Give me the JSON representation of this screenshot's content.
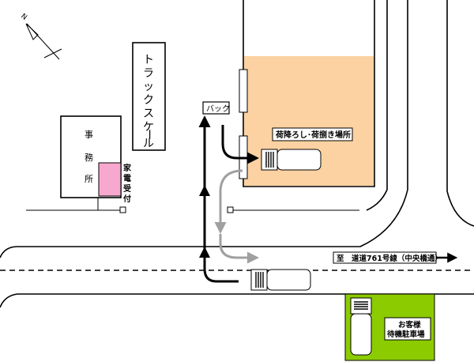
{
  "compass": {
    "label": "N"
  },
  "labels": {
    "office": [
      "事",
      "務",
      "所"
    ],
    "truck_scale": [
      "ト",
      "ラ",
      "ッ",
      "ク",
      "ス",
      "ケ",
      "ー",
      "ル"
    ],
    "reception": [
      "家",
      "電",
      "受",
      "付"
    ],
    "back": "バック",
    "unloading": "荷降ろし･荷捌き場所",
    "route": "至　道道761号線（中央橋通）",
    "waiting_parking_1": "お客様",
    "waiting_parking_2": "待機駐車場"
  },
  "colors": {
    "unloading_area": "#fcd2a2",
    "reception_box": "#f7a8cf",
    "parking": "#8ccb00",
    "black_arrow": "#000000",
    "gray_arrow": "#a0a0a0"
  }
}
